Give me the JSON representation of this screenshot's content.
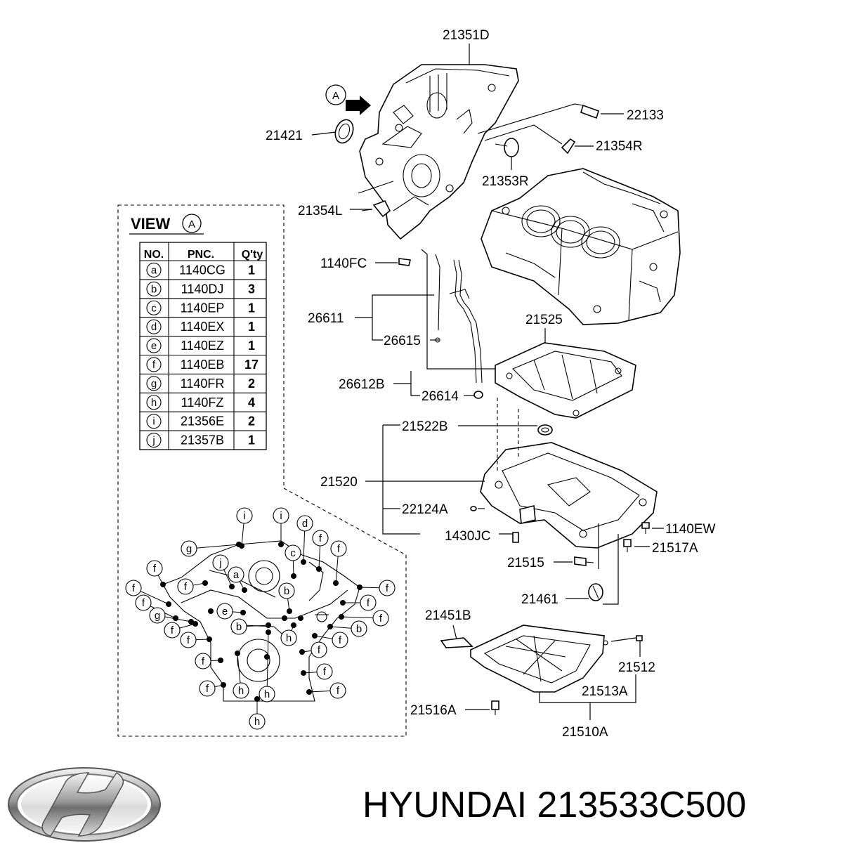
{
  "labels": {
    "l21351D": "21351D",
    "l22133": "22133",
    "l21421": "21421",
    "l21354R": "21354R",
    "l21353R": "21353R",
    "l21354L": "21354L",
    "l1140FC": "1140FC",
    "l26611": "26611",
    "l26615": "26615",
    "l21525": "21525",
    "l26612B": "26612B",
    "l26614": "26614",
    "l21522B": "21522B",
    "l21520": "21520",
    "l22124A": "22124A",
    "l1430JC": "1430JC",
    "l1140EW": "1140EW",
    "l21517A": "21517A",
    "l21515": "21515",
    "l21461": "21461",
    "l21451B": "21451B",
    "l21512": "21512",
    "l21513A": "21513A",
    "l21516A": "21516A",
    "l21510A": "21510A"
  },
  "view": {
    "title": "VIEW",
    "marker": "A"
  },
  "arrow_marker": "A",
  "table": {
    "headers": [
      "NO.",
      "PNC.",
      "Q'ty"
    ],
    "rows": [
      {
        "no": "a",
        "pnc": "1140CG",
        "qty": "1"
      },
      {
        "no": "b",
        "pnc": "1140DJ",
        "qty": "3"
      },
      {
        "no": "c",
        "pnc": "1140EP",
        "qty": "1"
      },
      {
        "no": "d",
        "pnc": "1140EX",
        "qty": "1"
      },
      {
        "no": "e",
        "pnc": "1140EZ",
        "qty": "1"
      },
      {
        "no": "f",
        "pnc": "1140EB",
        "qty": "17"
      },
      {
        "no": "g",
        "pnc": "1140FR",
        "qty": "2"
      },
      {
        "no": "h",
        "pnc": "1140FZ",
        "qty": "4"
      },
      {
        "no": "i",
        "pnc": "21356E",
        "qty": "2"
      },
      {
        "no": "j",
        "pnc": "21357B",
        "qty": "1"
      }
    ]
  },
  "callouts": {
    "i1": "i",
    "i2": "i",
    "d": "d",
    "g1": "g",
    "j": "j",
    "a": "a",
    "c": "c",
    "f1": "f",
    "f2": "f",
    "f3": "f",
    "f4": "f",
    "f5": "f",
    "f6": "f",
    "f7": "f",
    "f8": "f",
    "f9": "f",
    "f10": "f",
    "f11": "f",
    "f12": "f",
    "f13": "f",
    "f14": "f",
    "f15": "f",
    "f16": "f",
    "f17": "f",
    "b1": "b",
    "b2": "b",
    "b3": "b",
    "e": "e",
    "g2": "g",
    "h1": "h",
    "h2": "h",
    "h3": "h",
    "h4": "h"
  },
  "brand": {
    "logo": "hyundai-logo",
    "caption": "HYUNDAI 213533C500"
  }
}
